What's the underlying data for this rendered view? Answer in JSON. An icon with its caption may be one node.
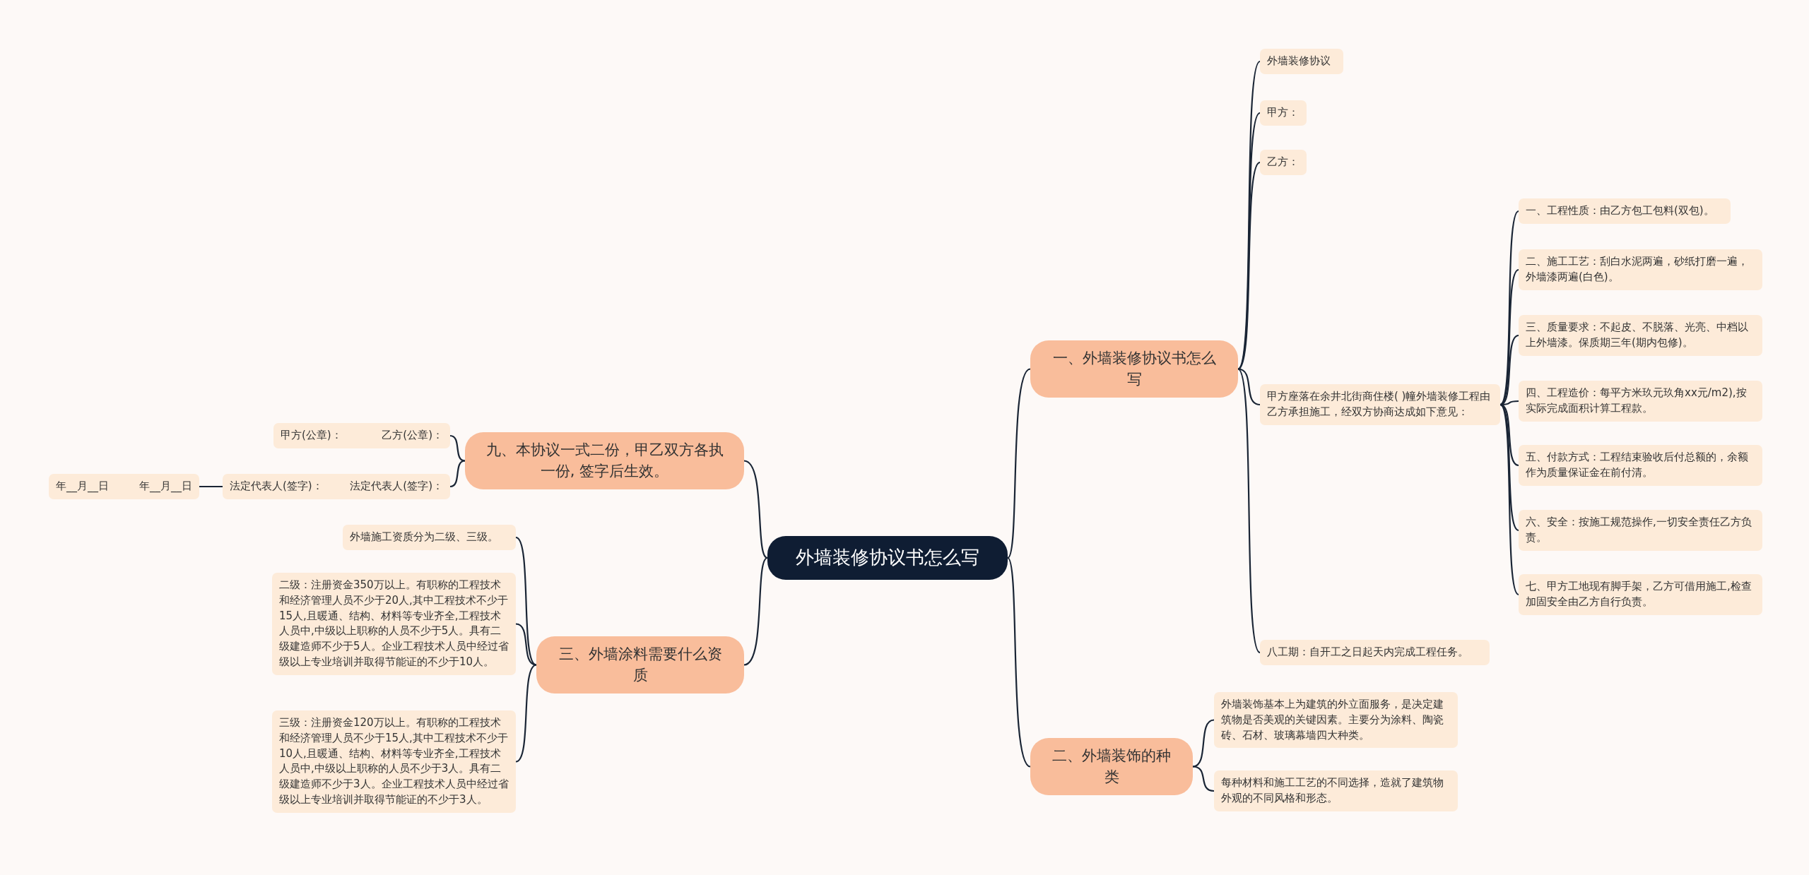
{
  "diagram": {
    "nodes": [
      {
        "text": [
          "外墙装修协议书怎么写"
        ]
      },
      {
        "text": [
          "一、外墙装修协议书怎么写"
        ]
      },
      {
        "text": [
          "外墙装修协议"
        ]
      },
      {
        "text": [
          "甲方："
        ]
      },
      {
        "text": [
          "乙方："
        ]
      },
      {
        "text": [
          "甲方座落在余井北街商住楼( )幢外墙装修工程由乙方承担施工，经双方协商达成如下意见："
        ]
      },
      {
        "text": [
          "一、工程性质：由乙方包工包料(双包)。"
        ]
      },
      {
        "text": [
          "二、施工工艺：刮白水泥两遍，砂纸打磨一遍，外墙漆两遍(白色)。"
        ]
      },
      {
        "text": [
          "三、质量要求：不起皮、不脱落、光亮、中档以上外墙漆。保质期三年(期内包修)。"
        ]
      },
      {
        "text": [
          "四、工程造价：每平方米玖元玖角xx元/m2),按实际完成面积计算工程款。"
        ]
      },
      {
        "text": [
          "五、付款方式：工程结束验收后付总额的，余额作为质量保证金在前付清。"
        ]
      },
      {
        "text": [
          "六、安全：按施工规范操作,一切安全责任乙方负责。"
        ]
      },
      {
        "text": [
          "七、甲方工地现有脚手架，乙方可借用施工,检查加固安全由乙方自行负责。"
        ]
      },
      {
        "text": [
          "八工期：自开工之日起天内完成工程任务。"
        ]
      },
      {
        "text": [
          "二、外墙装饰的种类"
        ]
      },
      {
        "text": [
          "外墙装饰基本上为建筑的外立面服务，是决定建筑物是否美观的关键因素。主要分为涂料、陶瓷砖、石材、玻璃幕墙四大种类。"
        ]
      },
      {
        "text": [
          "每种材料和施工工艺的不同选择，造就了建筑物外观的不同风格和形态。"
        ]
      },
      {
        "text": [
          "三、外墙涂料需要什么资质"
        ]
      },
      {
        "text": [
          "外墙施工资质分为二级、三级。"
        ]
      },
      {
        "text": [
          "二级：注册资金350万以上。有职称的工程技术和经济管理人员不少于20人,其中工程技术不少于15人,且暖通、结构、材料等专业齐全,工程技术人员中,中级以上职称的人员不少于5人。具有二级建造师不少于5人。企业工程技术人员中经过省级以上专业培训并取得节能证的不少于10人。"
        ]
      },
      {
        "text": [
          "三级：注册资金120万以上。有职称的工程技术和经济管理人员不少于15人,其中工程技术不少于10人,且暖通、结构、材料等专业齐全,工程技术人员中,中级以上职称的人员不少于3人。具有二级建造师不少于3人。企业工程技术人员中经过省级以上专业培训并取得节能证的不少于3人。"
        ]
      },
      {
        "text": [
          "九、本协议一式二份，甲乙双方各执一份, 签字后生效。"
        ]
      },
      {
        "text": [
          "甲方(公章)：",
          "乙方(公章)："
        ]
      },
      {
        "text": [
          "法定代表人(签字)：",
          "法定代表人(签字)："
        ]
      },
      {
        "text": [
          "年__月__日",
          "年__月__日"
        ]
      }
    ],
    "edges": [
      {
        "from": 0,
        "to": 1,
        "arrow": "none"
      },
      {
        "from": 1,
        "to": 2,
        "arrow": "none"
      },
      {
        "from": 1,
        "to": 3,
        "arrow": "none"
      },
      {
        "from": 1,
        "to": 4,
        "arrow": "none"
      },
      {
        "from": 1,
        "to": 5,
        "arrow": "none"
      },
      {
        "from": 5,
        "to": 6,
        "arrow": "none"
      },
      {
        "from": 5,
        "to": 7,
        "arrow": "none"
      },
      {
        "from": 5,
        "to": 8,
        "arrow": "none"
      },
      {
        "from": 5,
        "to": 9,
        "arrow": "none"
      },
      {
        "from": 5,
        "to": 10,
        "arrow": "none"
      },
      {
        "from": 5,
        "to": 11,
        "arrow": "none"
      },
      {
        "from": 5,
        "to": 12,
        "arrow": "none"
      },
      {
        "from": 1,
        "to": 13,
        "arrow": "none"
      },
      {
        "from": 0,
        "to": 14,
        "arrow": "none"
      },
      {
        "from": 14,
        "to": 15,
        "arrow": "none"
      },
      {
        "from": 14,
        "to": 16,
        "arrow": "none"
      },
      {
        "from": 0,
        "to": 17,
        "arrow": "none"
      },
      {
        "from": 17,
        "to": 18,
        "arrow": "none"
      },
      {
        "from": 17,
        "to": 19,
        "arrow": "none"
      },
      {
        "from": 17,
        "to": 20,
        "arrow": "none"
      },
      {
        "from": 0,
        "to": 21,
        "arrow": "none"
      },
      {
        "from": 21,
        "to": 22,
        "arrow": "none"
      },
      {
        "from": 21,
        "to": 23,
        "arrow": "none"
      },
      {
        "from": 23,
        "to": 24,
        "arrow": "none"
      }
    ]
  }
}
